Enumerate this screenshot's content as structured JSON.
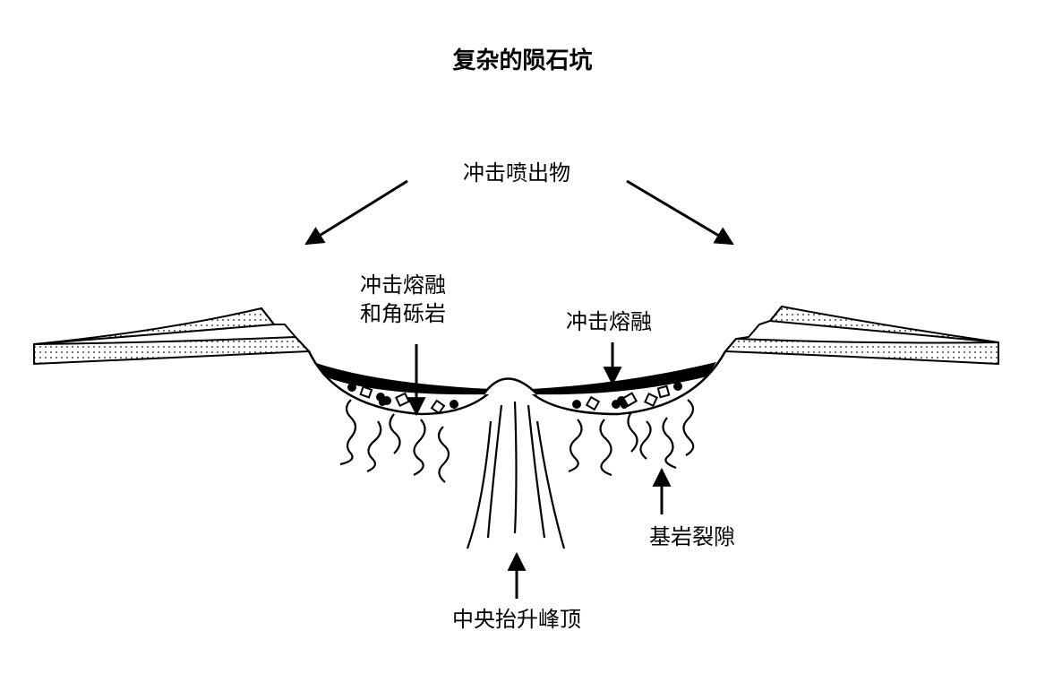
{
  "title": "复杂的陨石坑",
  "labels": {
    "ejecta": "冲击喷出物",
    "melt_breccia_line1": "冲击熔融",
    "melt_breccia_line2": "和角砾岩",
    "impact_melt": "冲击熔融",
    "bedrock_fractures": "基岩裂隙",
    "central_uplift": "中央抬升峰顶"
  },
  "colors": {
    "ink": "#000000",
    "background": "#ffffff",
    "dot_fill": "#111111"
  }
}
